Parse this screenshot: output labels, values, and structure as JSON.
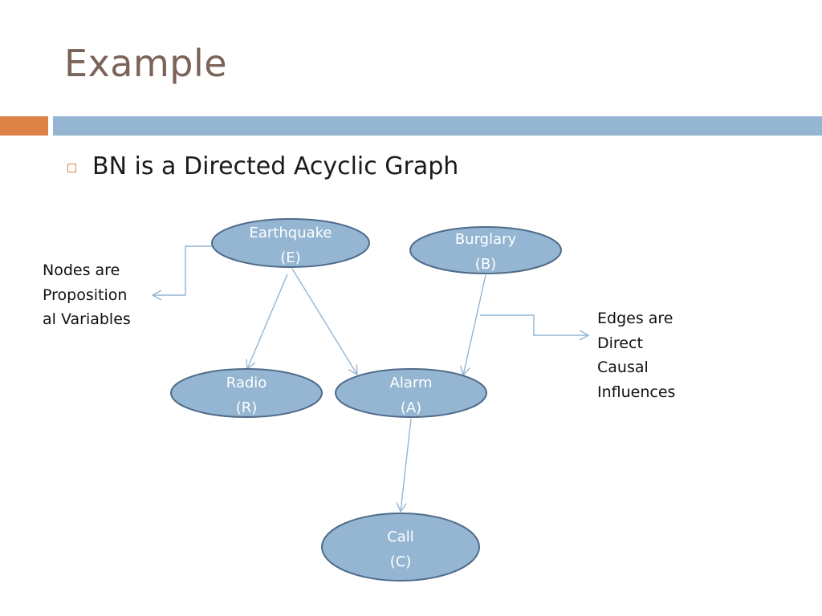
{
  "slide": {
    "title": "Example",
    "bullet": "BN is a Directed Acyclic Graph"
  },
  "annotations": {
    "nodes": "Nodes are\nProposition\nal Variables",
    "edges": "Edges are\nDirect\nCausal\nInfluences"
  },
  "diagram": {
    "nodes": [
      {
        "id": "E",
        "name": "Earthquake",
        "abbr": "(E)"
      },
      {
        "id": "B",
        "name": "Burglary",
        "abbr": "(B)"
      },
      {
        "id": "R",
        "name": "Radio",
        "abbr": "(R)"
      },
      {
        "id": "A",
        "name": "Alarm",
        "abbr": "(A)"
      },
      {
        "id": "C",
        "name": "Call",
        "abbr": "(C)"
      }
    ],
    "edges": [
      {
        "from": "E",
        "to": "R"
      },
      {
        "from": "E",
        "to": "A"
      },
      {
        "from": "B",
        "to": "A"
      },
      {
        "from": "A",
        "to": "C"
      }
    ]
  },
  "colors": {
    "node_fill": "#94b6d2",
    "node_stroke": "#4f6b8a",
    "edge": "#94b6d2",
    "title": "#7a6358",
    "accent": "#dd8347"
  }
}
